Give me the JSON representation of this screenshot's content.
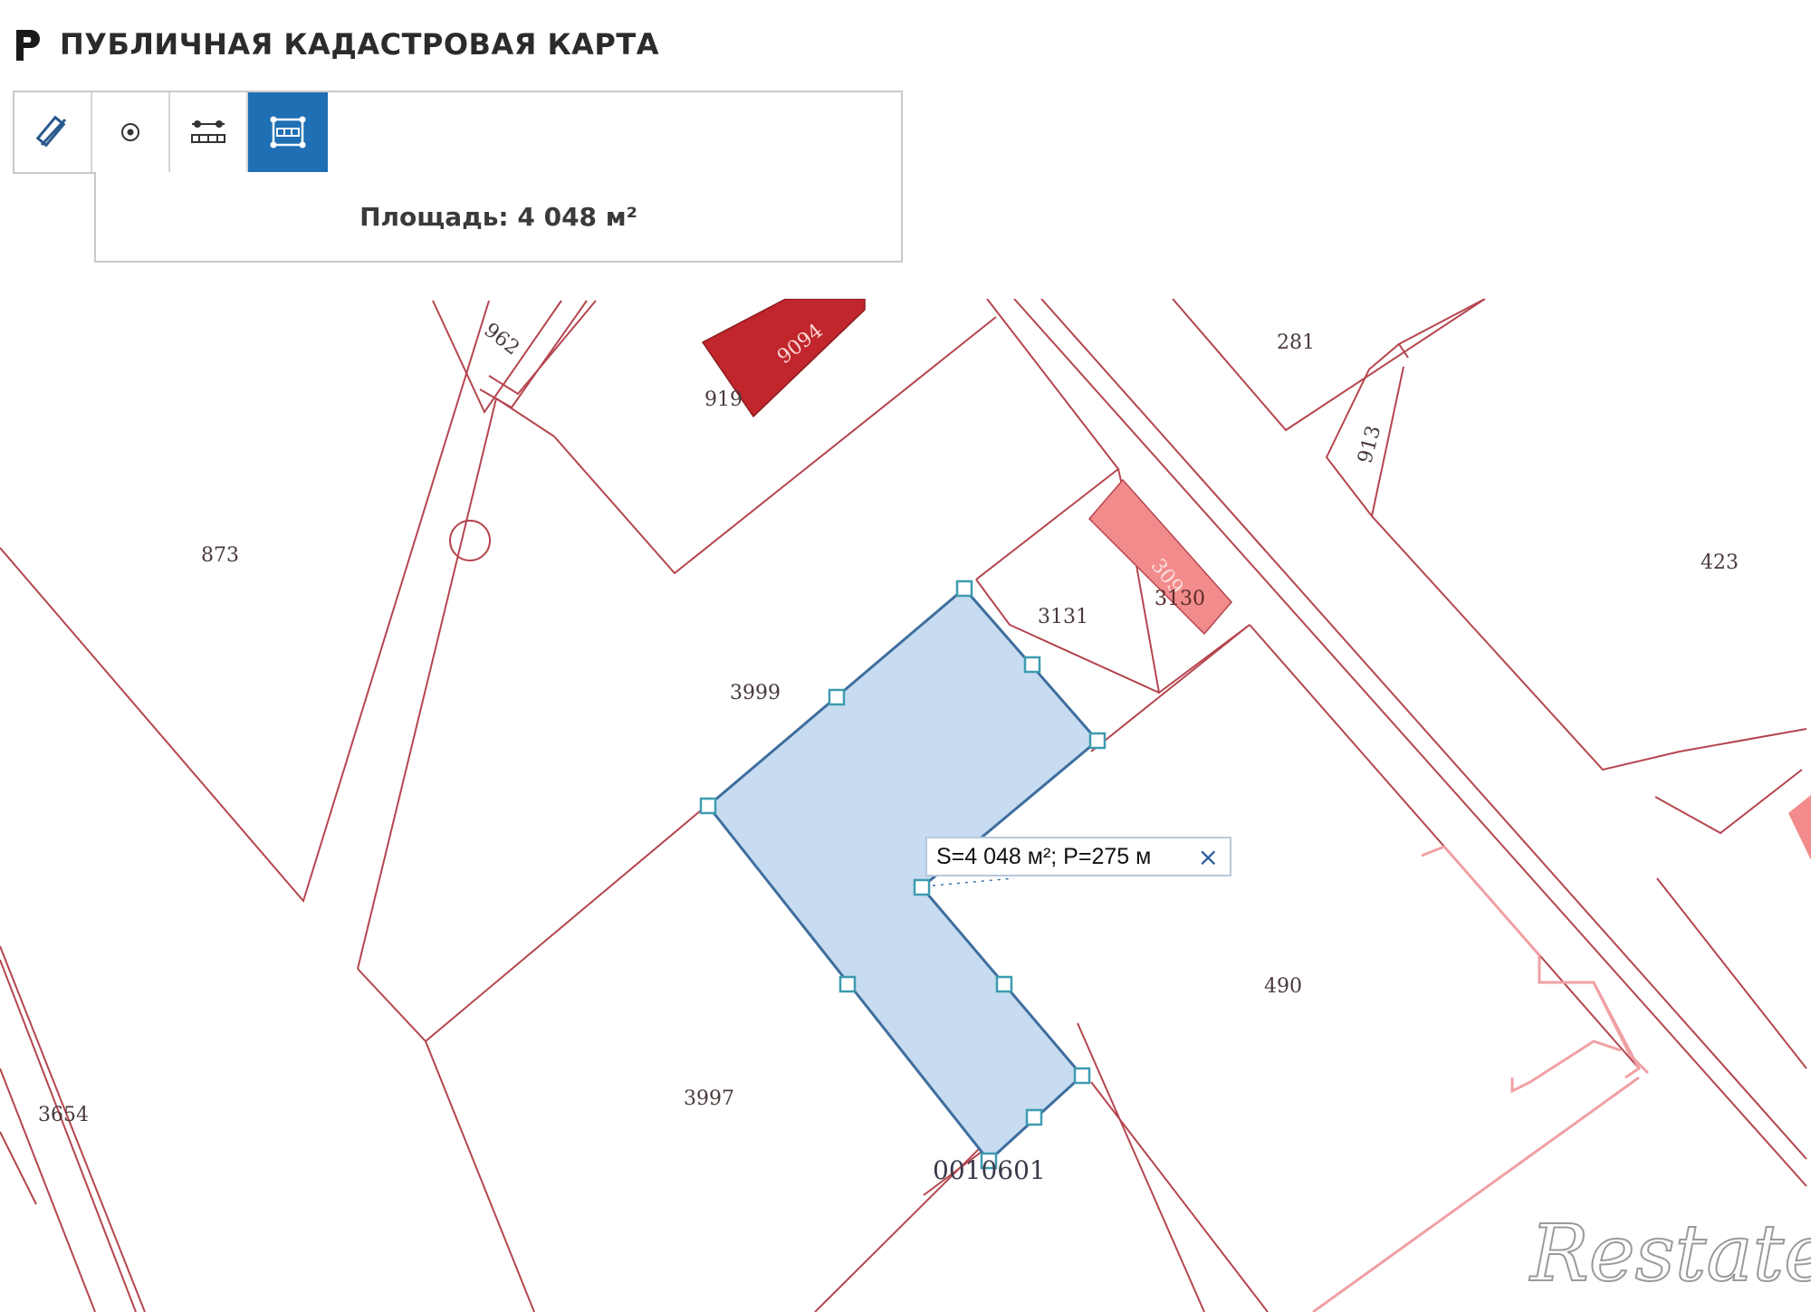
{
  "header": {
    "title": "ПУБЛИЧНАЯ КАДАСТРОВАЯ КАРТА",
    "logo_icon": "rosreestr-logo-icon"
  },
  "toolbar": {
    "tools": [
      {
        "name": "ruler-off-icon",
        "active": false
      },
      {
        "name": "point-icon",
        "active": false
      },
      {
        "name": "distance-icon",
        "active": false
      },
      {
        "name": "area-measure-icon",
        "active": true
      }
    ],
    "active_color": "#1f6fb4"
  },
  "area_panel": {
    "text": "Площадь: 4 048 м²"
  },
  "measure_popup": {
    "text": "S=4 048 м²; P=275 м",
    "close_label": "×"
  },
  "map": {
    "parcel_labels": {
      "p962": "962",
      "p9094": "9094",
      "p919": "919",
      "p281": "281",
      "p913": "913",
      "p873": "873",
      "p423": "423",
      "p3131": "3131",
      "p309": "309",
      "p3130": "3130",
      "p3999": "3999",
      "p490": "490",
      "p3997": "3997",
      "p3654": "3654",
      "quarter": "0010601"
    },
    "colors": {
      "boundary": "#b5454f",
      "building_dark": "#c0262c",
      "building_light": "#f28c8c",
      "selection_fill": "#c7dcf0",
      "selection_stroke": "#3e6e9e"
    }
  },
  "watermark": "Restate"
}
